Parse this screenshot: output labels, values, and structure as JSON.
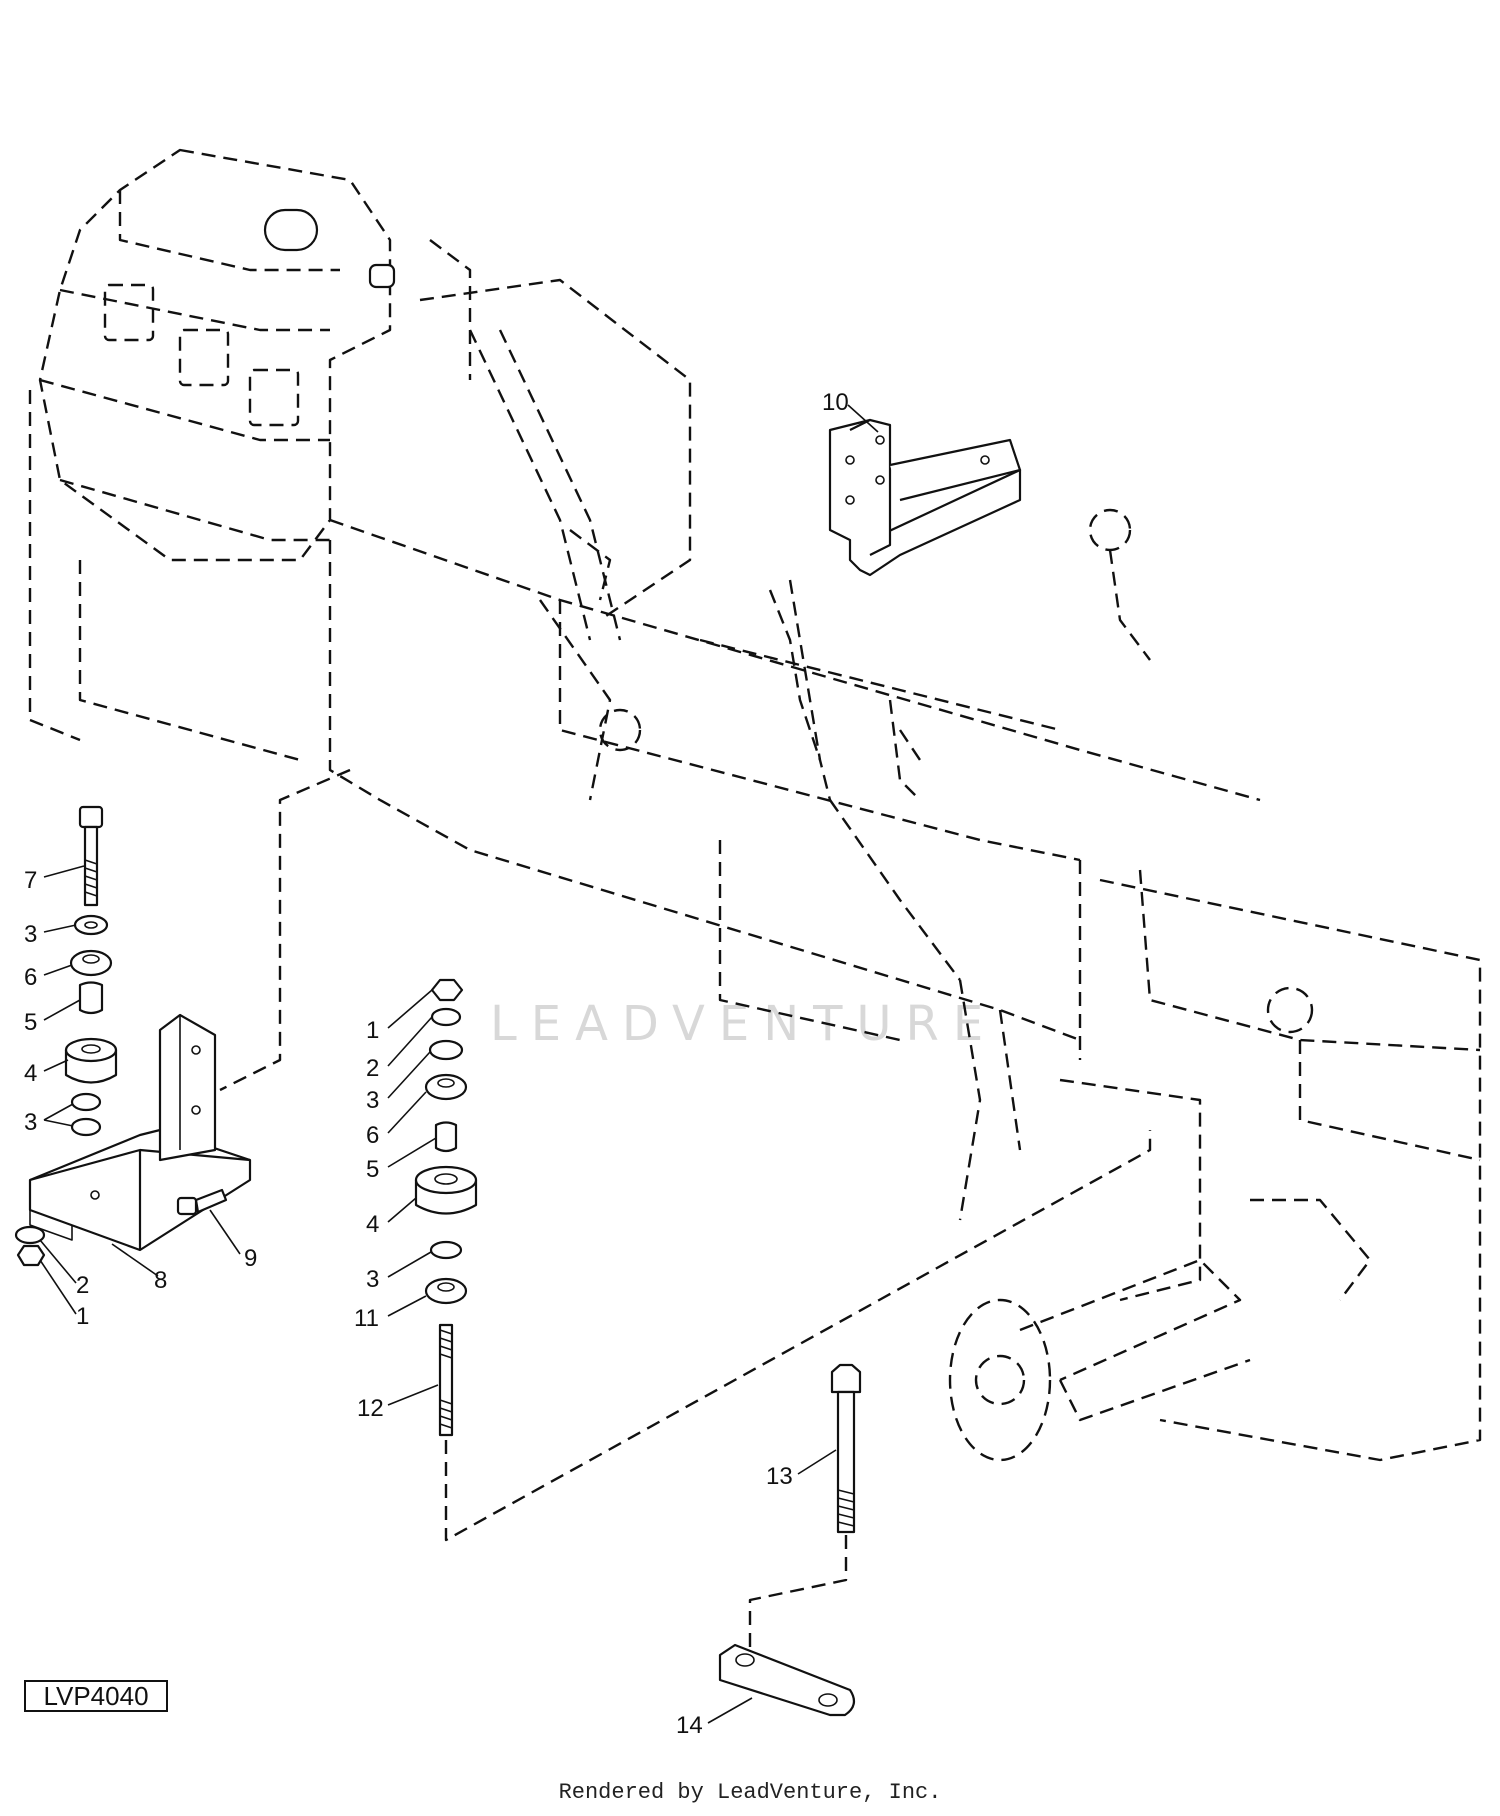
{
  "diagram": {
    "reference": "LVP4040",
    "watermark": "LEADVENTURE",
    "footer": "Rendered by LeadVenture, Inc.",
    "callouts": {
      "c10": "10",
      "c7": "7",
      "c3a": "3",
      "c6a": "6",
      "c5a": "5",
      "c4a": "4",
      "c3b": "3",
      "c2a": "2",
      "c1a": "1",
      "c8": "8",
      "c9": "9",
      "c1b": "1",
      "c2b": "2",
      "c3c": "3",
      "c6b": "6",
      "c5b": "5",
      "c4b": "4",
      "c3d": "3",
      "c11": "11",
      "c12": "12",
      "c13": "13",
      "c14": "14"
    }
  }
}
